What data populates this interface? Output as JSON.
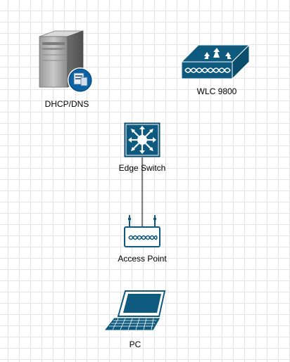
{
  "diagram": {
    "nodes": [
      {
        "id": "dhcp",
        "label": "DHCP/DNS",
        "icon": "server-icon"
      },
      {
        "id": "wlc",
        "label": "WLC 9800",
        "icon": "wireless-controller-icon"
      },
      {
        "id": "switch",
        "label": "Edge Switch",
        "icon": "layer3-switch-icon"
      },
      {
        "id": "ap",
        "label": "Access Point",
        "icon": "access-point-icon"
      },
      {
        "id": "pc",
        "label": "PC",
        "icon": "laptop-icon"
      }
    ],
    "edges": [
      {
        "from": "switch",
        "to": "ap"
      }
    ]
  },
  "colors": {
    "cisco_blue": "#0d5a7e",
    "server_gray": "#8a8a8a",
    "edge": "#000000"
  }
}
